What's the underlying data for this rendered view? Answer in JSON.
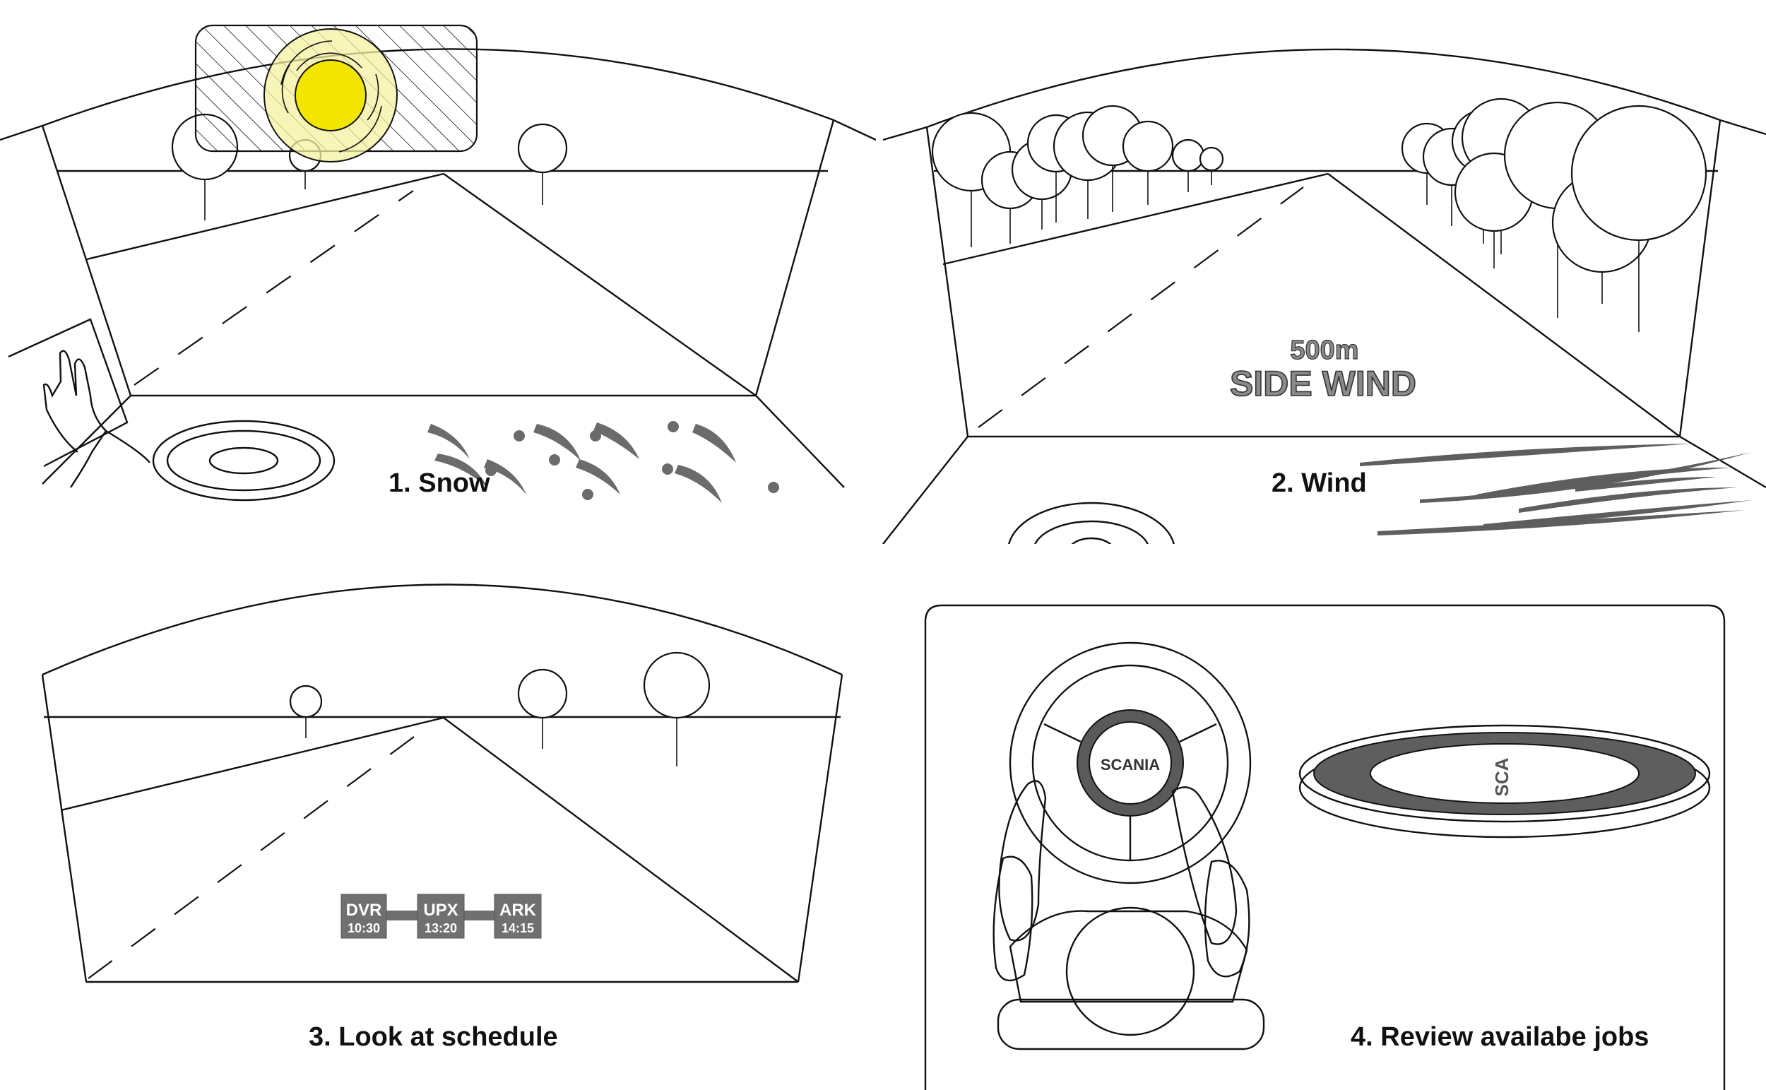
{
  "panels": [
    {
      "id": "snow",
      "caption": "1. Snow"
    },
    {
      "id": "wind",
      "caption": "2. Wind",
      "hud": {
        "distance": "500m",
        "warning": "SIDE WIND"
      }
    },
    {
      "id": "schedule",
      "caption": "3. Look at schedule",
      "stops": [
        {
          "code": "DVR",
          "time": "10:30"
        },
        {
          "code": "UPX",
          "time": "13:20"
        },
        {
          "code": "ARK",
          "time": "14:15"
        }
      ]
    },
    {
      "id": "jobs",
      "caption": "4. Review availabe jobs",
      "wheel_logo": "SCANIA",
      "pad_logo": "SCA"
    }
  ],
  "colors": {
    "line": "#111111",
    "sun": "#f2e600",
    "sun_glow": "#f4f2a0",
    "hud": "#707070",
    "pad": "#5e5e5e"
  },
  "icons": [
    "sun-icon",
    "hand-icon",
    "snowflake-icon",
    "wind-streak-icon",
    "steering-wheel-icon",
    "touch-pad-icon"
  ]
}
